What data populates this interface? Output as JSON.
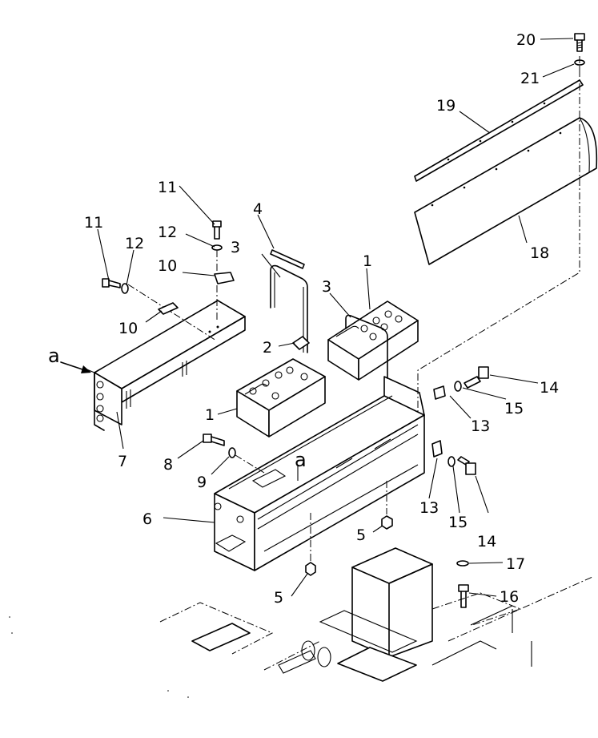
{
  "callouts": {
    "c1a": "1",
    "c1b": "1",
    "c2": "2",
    "c3a": "3",
    "c3b": "3",
    "c4": "4",
    "c5a": "5",
    "c5b": "5",
    "c6": "6",
    "c7": "7",
    "c8": "8",
    "c9": "9",
    "c10a": "10",
    "c10b": "10",
    "c11a": "11",
    "c11b": "11",
    "c12a": "12",
    "c12b": "12",
    "c13a": "13",
    "c13b": "13",
    "c14a": "14",
    "c14b": "14",
    "c15a": "15",
    "c15b": "15",
    "c16": "16",
    "c17": "17",
    "c18": "18",
    "c19": "19",
    "c20": "20",
    "c21": "21",
    "refA1": "a",
    "refA2": "a"
  }
}
